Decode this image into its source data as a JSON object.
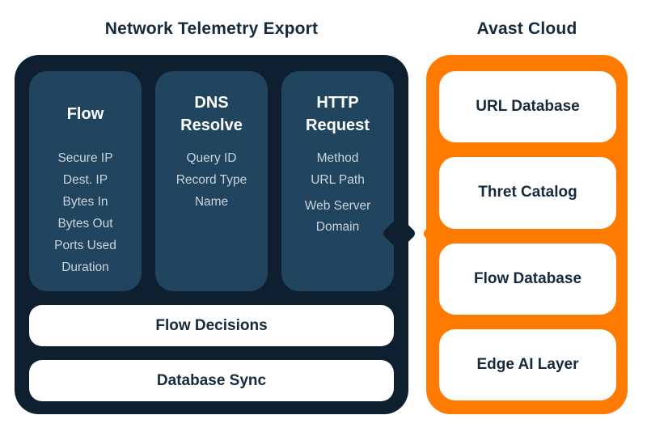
{
  "titles": {
    "telemetry": "Network Telemetry Export",
    "cloud": "Avast Cloud"
  },
  "telemetry": {
    "columns": [
      {
        "header": "Flow",
        "items": [
          "Secure IP",
          "Dest. IP",
          "Bytes In",
          "Bytes Out",
          "Ports Used",
          "Duration"
        ]
      },
      {
        "header": "DNS Resolve",
        "items": [
          "Query ID",
          "Record Type",
          "Name"
        ]
      },
      {
        "header": "HTTP Request",
        "items": [
          "Method",
          "URL Path",
          "Web Server Domain"
        ]
      }
    ],
    "bars": [
      "Flow Decisions",
      "Database Sync"
    ]
  },
  "cloud": {
    "boxes": [
      "URL Database",
      "Thret Catalog",
      "Flow Database",
      "Edge AI Layer"
    ]
  },
  "colors": {
    "panel_dark_navy": "#0E2030",
    "column_slate_blue": "#21455E",
    "accent_orange": "#FF7A00",
    "text_dark_navy": "#152A3D",
    "text_light_blue_gray": "#C9D4DC",
    "box_white": "#FFFFFF"
  }
}
